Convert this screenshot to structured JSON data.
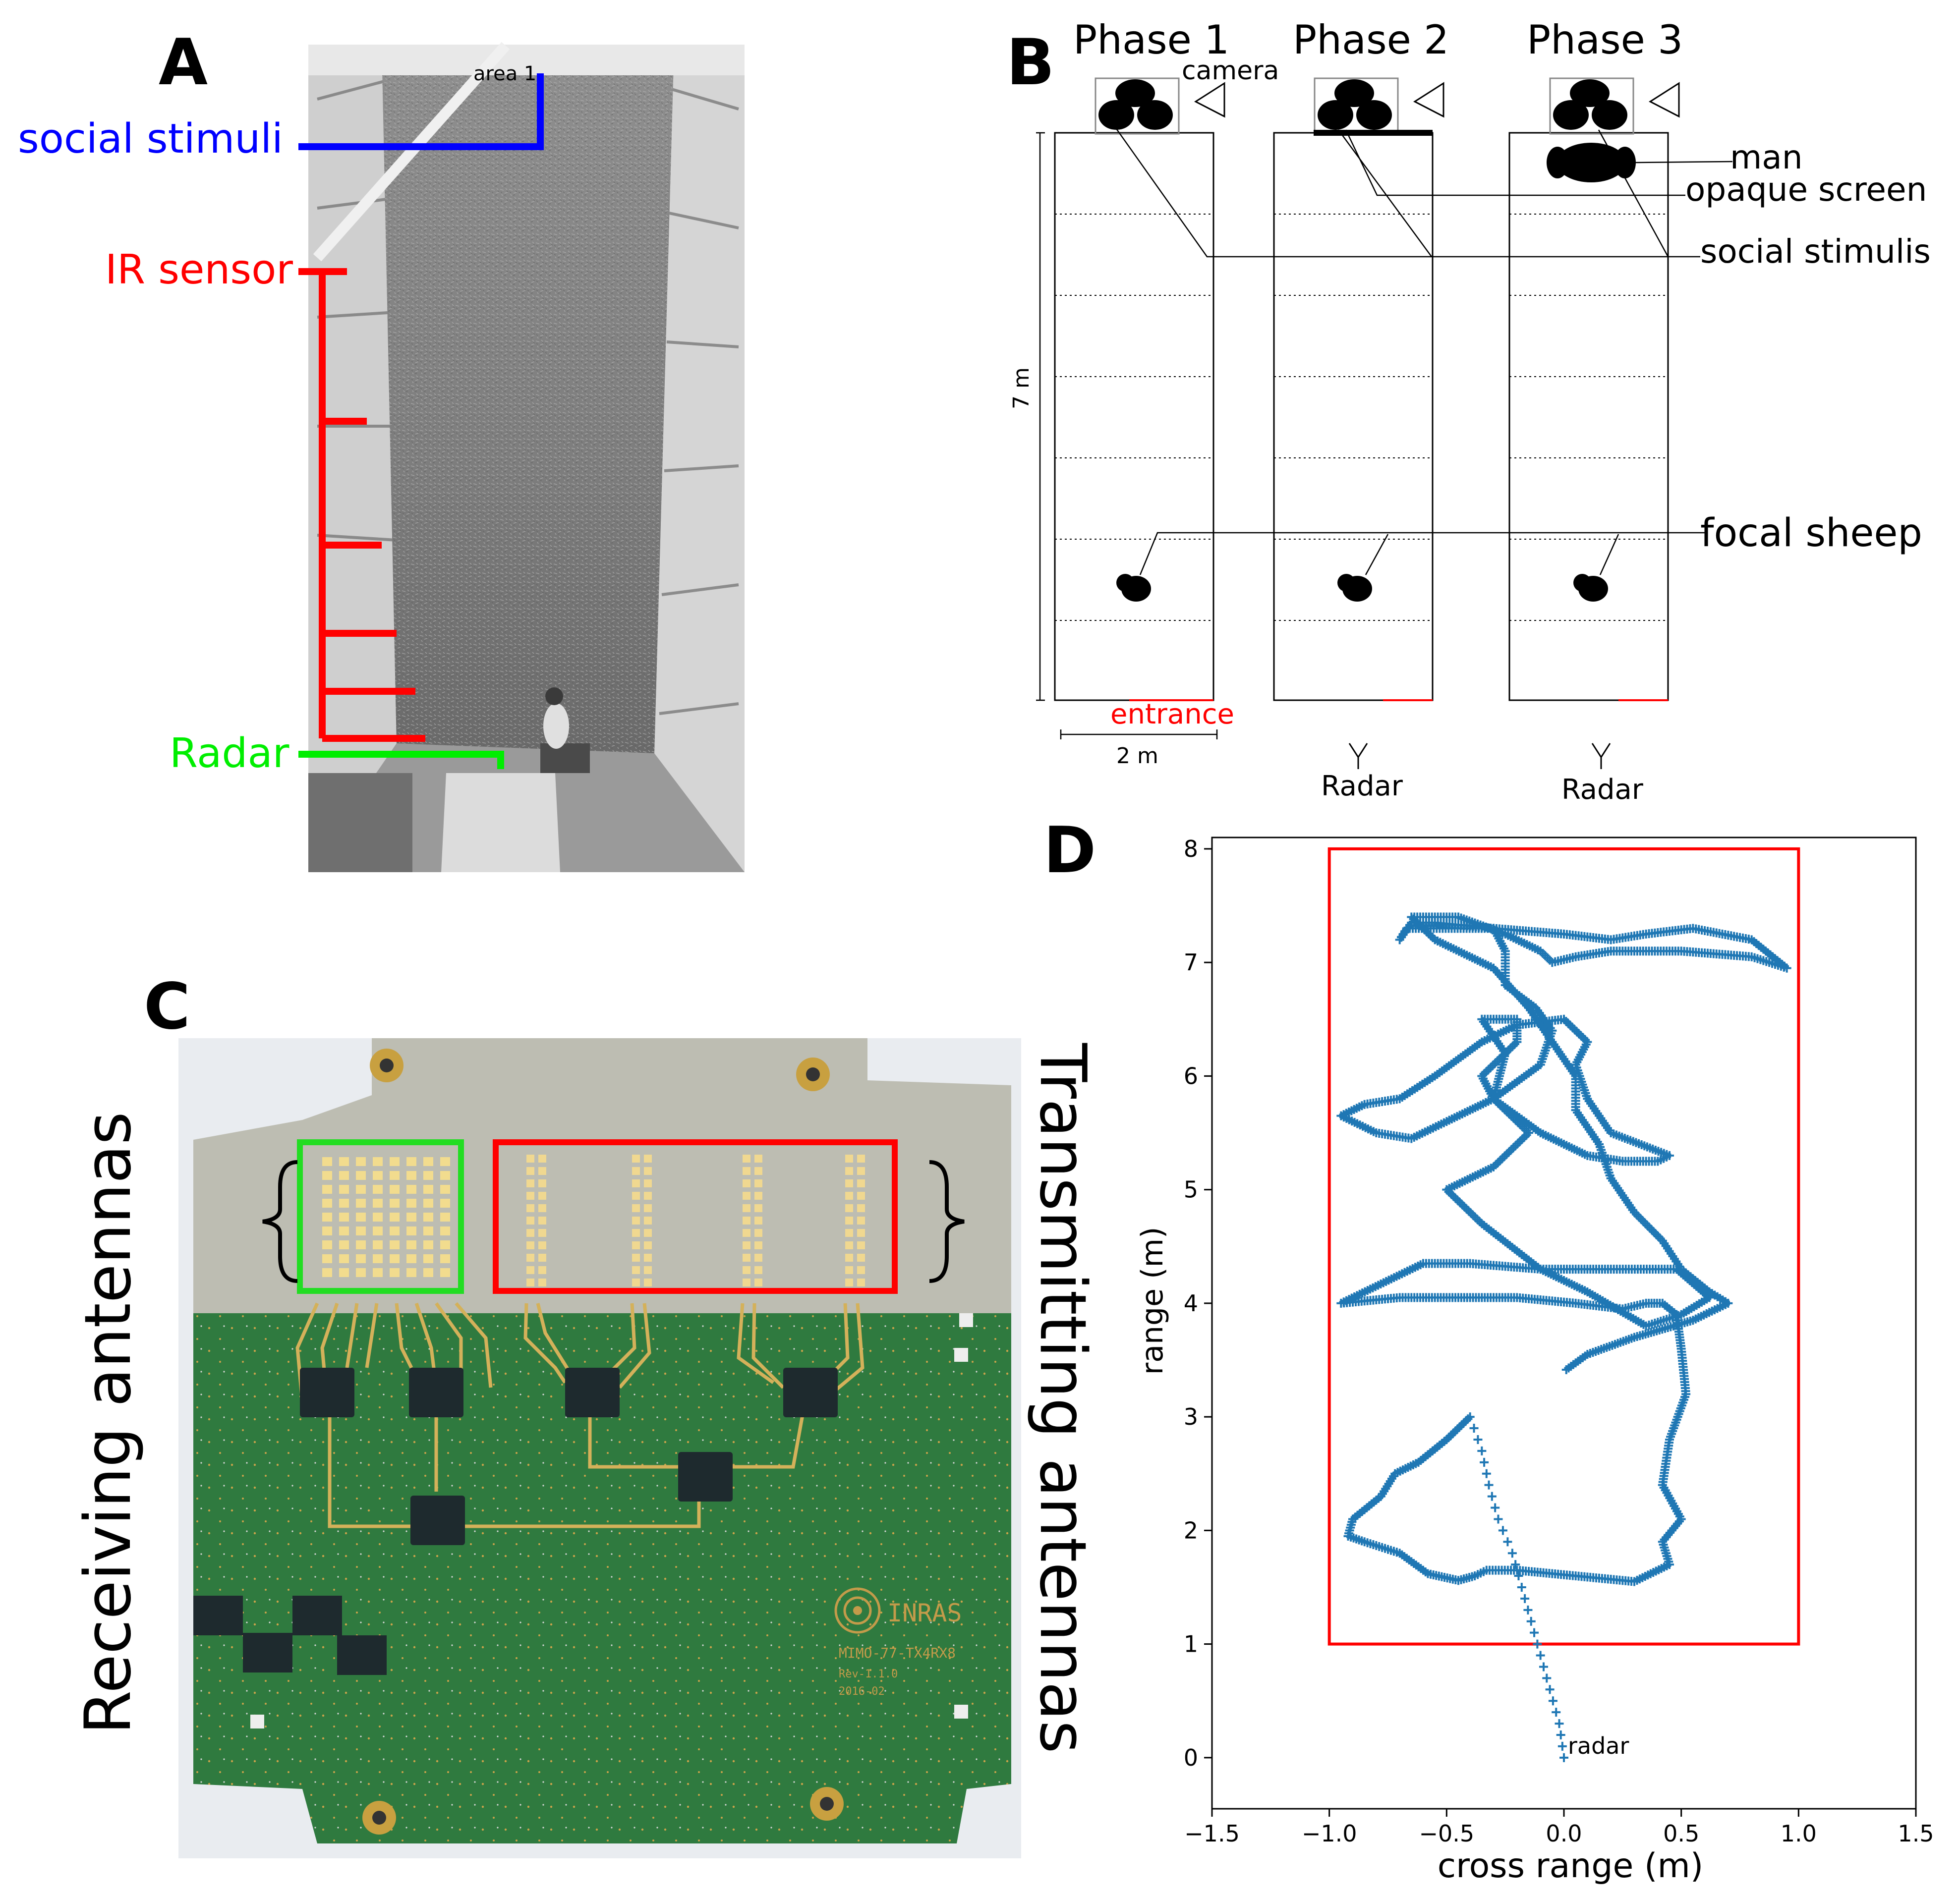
{
  "panels": {
    "a": {
      "letter": "A",
      "labels": {
        "social": "social stimuli",
        "ir": "IR sensor",
        "radar": "Radar",
        "area": "area 1"
      },
      "colors": {
        "social": "#0000ff",
        "ir": "#ff0000",
        "radar": "#00ee00"
      }
    },
    "b": {
      "letter": "B",
      "phases": [
        "Phase 1",
        "Phase 2",
        "Phase 3"
      ],
      "labels": {
        "camera": "camera",
        "man": "man",
        "screen": "opaque screen",
        "stimulis": "social stimulis",
        "focal": "focal sheep",
        "entrance": "entrance",
        "height": "7 m",
        "width": "2 m",
        "radar": "Radar"
      }
    },
    "c": {
      "letter": "C",
      "rx": "Receiving antennas",
      "tx": "Transmitting antennas",
      "pcb_text": [
        "INRAS",
        "MIMO-77-TX4RX8",
        "Rev-1.1.0",
        "2016-02"
      ],
      "colors": {
        "rx": "#22dd22",
        "tx": "#ff0000",
        "pcb": "#2f7a3f"
      }
    },
    "d": {
      "letter": "D",
      "radar_label": "radar"
    }
  },
  "chart_data": {
    "type": "scatter",
    "marker": "+",
    "title": "",
    "xlabel": "cross range (m)",
    "ylabel": "range (m)",
    "xlim": [
      -1.5,
      1.5
    ],
    "ylim": [
      -0.45,
      8.1
    ],
    "xticks": [
      -1.5,
      -1.0,
      -0.5,
      0.0,
      0.5,
      1.0,
      1.5
    ],
    "xtick_labels": [
      "−1.5",
      "−1.0",
      "−0.5",
      "0.0",
      "0.5",
      "1.0",
      "1.5"
    ],
    "yticks": [
      0,
      1,
      2,
      3,
      4,
      5,
      6,
      7,
      8
    ],
    "ytick_labels": [
      "0",
      "1",
      "2",
      "3",
      "4",
      "5",
      "6",
      "7",
      "8"
    ],
    "grid": false,
    "series_color": "#1f77b4",
    "box_color": "#ff0000",
    "area_box": {
      "x": [
        -1.0,
        1.0
      ],
      "y": [
        1.0,
        8.0
      ]
    },
    "annotation": {
      "text": "radar",
      "x": 0.0,
      "y": 0.0
    },
    "track": {
      "x": [
        0.0,
        -0.02,
        -0.06,
        -0.1,
        -0.14,
        -0.18,
        -0.22,
        -0.28,
        -0.32,
        -0.35,
        -0.4,
        -0.5,
        -0.62,
        -0.72,
        -0.78,
        -0.9,
        -0.92,
        -0.85,
        -0.7,
        -0.58,
        -0.45,
        -0.38,
        -0.33,
        -0.2,
        0.05,
        0.3,
        0.45,
        0.42,
        0.5,
        0.42,
        0.45,
        0.52,
        0.5,
        0.48,
        0.42,
        0.35,
        0.25,
        0.05,
        -0.2,
        -0.45,
        -0.7,
        -0.95,
        -0.6,
        -0.4,
        -0.1,
        0.2,
        0.48,
        0.62,
        0.5,
        0.35,
        0.1,
        -0.1,
        -0.35,
        -0.5,
        -0.3,
        -0.15,
        -0.3,
        -0.25,
        -0.35,
        -0.2,
        -0.2,
        -0.35,
        -0.3,
        -0.1,
        0.1,
        0.25,
        0.4,
        0.45,
        0.2,
        0.1,
        0.05,
        0.1,
        0.0,
        -0.2,
        -0.35,
        -0.55,
        -0.7,
        -0.85,
        -0.95,
        -0.8,
        -0.65,
        -0.5,
        -0.3,
        -0.1,
        -0.05,
        -0.12,
        -0.25,
        -0.25,
        -0.3,
        -0.55,
        -0.65,
        -0.7,
        -0.67,
        -0.3,
        0.0,
        0.2,
        0.35,
        0.55,
        0.8,
        0.95,
        0.8,
        0.5,
        0.2,
        0.05,
        -0.05,
        -0.1,
        -0.25,
        -0.45,
        -0.65,
        -0.55,
        -0.3,
        -0.15,
        -0.05,
        0.05,
        0.05,
        0.15,
        0.2,
        0.3,
        0.42,
        0.5,
        0.62,
        0.7,
        0.55,
        0.3,
        0.1,
        0.0
      ],
      "y": [
        0.0,
        0.3,
        0.6,
        0.9,
        1.2,
        1.5,
        1.8,
        2.1,
        2.4,
        2.7,
        3.0,
        2.8,
        2.6,
        2.5,
        2.3,
        2.1,
        1.95,
        1.9,
        1.8,
        1.62,
        1.56,
        1.6,
        1.65,
        1.65,
        1.6,
        1.55,
        1.7,
        1.9,
        2.1,
        2.4,
        2.8,
        3.2,
        3.6,
        3.9,
        4.0,
        4.0,
        3.95,
        4.0,
        4.05,
        4.05,
        4.05,
        4.0,
        4.35,
        4.35,
        4.3,
        4.3,
        4.3,
        4.05,
        3.9,
        3.8,
        4.1,
        4.3,
        4.7,
        5.0,
        5.2,
        5.5,
        5.8,
        6.2,
        6.5,
        6.5,
        6.3,
        6.0,
        5.8,
        5.5,
        5.3,
        5.25,
        5.25,
        5.3,
        5.5,
        5.8,
        6.1,
        6.3,
        6.5,
        6.45,
        6.3,
        6.0,
        5.8,
        5.75,
        5.65,
        5.5,
        5.45,
        5.6,
        5.8,
        6.1,
        6.4,
        6.6,
        6.8,
        7.1,
        7.3,
        7.35,
        7.35,
        7.2,
        7.3,
        7.3,
        7.25,
        7.2,
        7.25,
        7.3,
        7.2,
        6.95,
        7.05,
        7.1,
        7.1,
        7.05,
        7.0,
        7.1,
        7.25,
        7.4,
        7.4,
        7.2,
        6.95,
        6.6,
        6.3,
        6.0,
        5.7,
        5.4,
        5.1,
        4.8,
        4.55,
        4.3,
        4.1,
        4.0,
        3.85,
        3.7,
        3.55,
        3.4
      ]
    }
  }
}
